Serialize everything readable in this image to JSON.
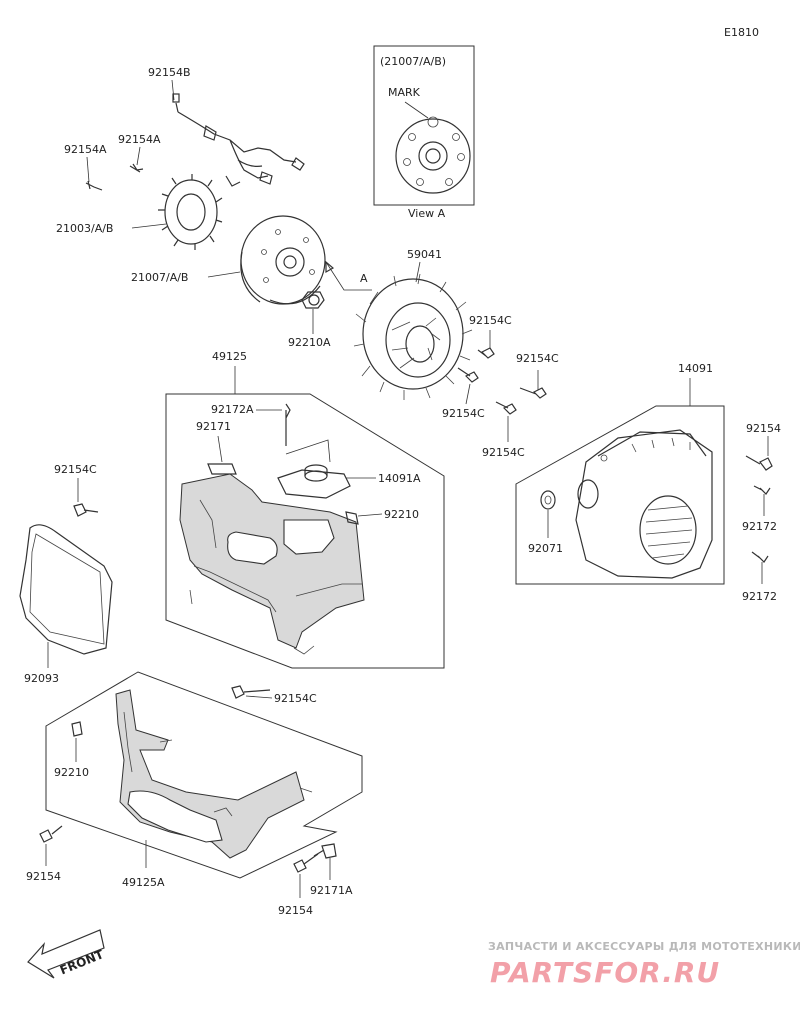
{
  "diagram_id": "E1810",
  "view_a": {
    "ref": "(21007/A/B)",
    "mark_label": "MARK",
    "caption": "View A"
  },
  "arrow_a_label": "A",
  "front_label": "FRONT",
  "parts": {
    "p92154B": "92154B",
    "p92154A_left": "92154A",
    "p92154A_mid": "92154A",
    "p21003": "21003/A/B",
    "p21007": "21007/A/B",
    "p92210A": "92210A",
    "p59041": "59041",
    "p92154C_1": "92154C",
    "p92154C_2": "92154C",
    "p92154C_3": "92154C",
    "p92154C_4": "92154C",
    "p14091": "14091",
    "p92154_right": "92154",
    "p92172_1": "92172",
    "p92172_2": "92172",
    "p92071": "92071",
    "p49125": "49125",
    "p92172A": "92172A",
    "p92171": "92171",
    "p14091A": "14091A",
    "p92210_mid": "92210",
    "p92154C_left": "92154C",
    "p92093": "92093",
    "p92154C_bottom": "92154C",
    "p92210_low": "92210",
    "p92154_low_left": "92154",
    "p49125A": "49125A",
    "p92171A": "92171A",
    "p92154_low_mid": "92154"
  },
  "watermark": {
    "tagline": "ЗАПЧАСТИ И АКСЕССУАРЫ ДЛЯ МОТОТЕХНИКИ",
    "logo": "PARTSFOR.RU"
  },
  "colors": {
    "ink": "#333333",
    "shade": "#d9d9d9",
    "watermark_logo": "#f2a0a8",
    "watermark_text": "#b9b9b9"
  }
}
